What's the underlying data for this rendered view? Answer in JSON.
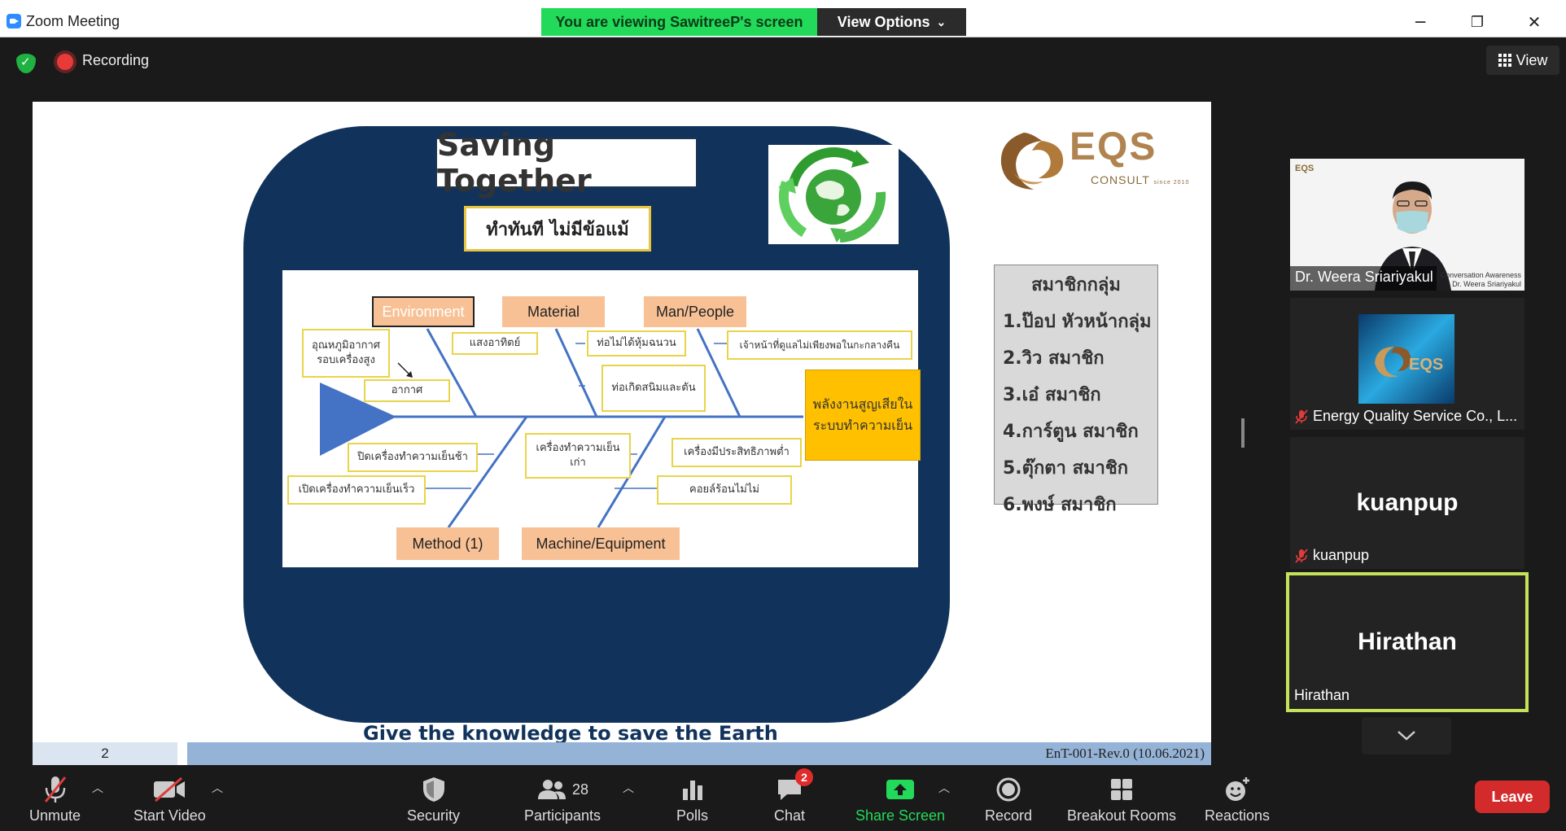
{
  "window": {
    "title": "Zoom Meeting",
    "viewing_banner": "You are viewing SawitreeP's screen",
    "view_options": "View Options",
    "minimize": "─",
    "maximize": "❐",
    "close": "✕"
  },
  "meeting_bar": {
    "recording_label": "Recording",
    "view_label": "View"
  },
  "slide": {
    "title": "Saving Together",
    "thai_subtitle": "ทำทันที ไม่มีข้อแม้",
    "categories": {
      "environment": "Environment",
      "material": "Material",
      "man_people": "Man/People",
      "method": "Method (1)",
      "machine": "Machine/Equipment"
    },
    "causes": {
      "c1": "อุณหภูมิอากาศ\nรอบเครื่องสูง",
      "c2": "แสงอาทิตย์",
      "c3": "อากาศ",
      "c4": "ท่อไม่ได้หุ้มฉนวน",
      "c5": "ท่อเกิดสนิมและตัน",
      "c6": "เจ้าหน้าที่ดูแลไม่เพียงพอในกะกลางคืน",
      "c7": "ปิดเครื่องทำความเย็นช้า",
      "c8": "เปิดเครื่องทำความเย็นเร็ว",
      "c9": "เครื่องทำความเย็น\nเก่า",
      "c10": "เครื่องมีประสิทธิภาพต่ำ",
      "c11": "คอยล์ร้อนไม่ไม่"
    },
    "effect": "พลังงานสูญเสียใน\nระบบทำความเย็น",
    "logo_text": "EQS",
    "logo_sub": "CONSULT",
    "logo_since": "since 2010",
    "members_head": "สมาชิกกลุ่ม",
    "members": [
      "1.ป๊อป หัวหน้ากลุ่ม",
      "2.วิว สมาชิก",
      "3.เอ๋ สมาชิก",
      "4.การ์ตูน สมาชิก",
      "5.ตุ๊กตา สมาชิก",
      "6.พงษ์ สมาชิก"
    ],
    "tagline": "Give the knowledge to save the Earth",
    "page_number": "2",
    "doc_code": "EnT-001-Rev.0 (10.06.2021)"
  },
  "participants": [
    {
      "name": "Dr. Weera Sriariyakul",
      "overlay_line1": "Conversation Awareness",
      "overlay_line2": "Dr. Weera Sriariyakul",
      "logo": "EQS",
      "muted": false
    },
    {
      "name": "Energy Quality Service Co., L...",
      "muted": true
    },
    {
      "name": "kuanpup",
      "display": "kuanpup",
      "muted": true
    },
    {
      "name": "Hirathan",
      "display": "Hirathan",
      "muted": false,
      "active": true
    }
  ],
  "toolbar": {
    "unmute": "Unmute",
    "start_video": "Start Video",
    "security": "Security",
    "participants": "Participants",
    "participants_count": "28",
    "polls": "Polls",
    "chat": "Chat",
    "chat_badge": "2",
    "share_screen": "Share Screen",
    "record": "Record",
    "breakout": "Breakout Rooms",
    "reactions": "Reactions",
    "leave": "Leave"
  },
  "colors": {
    "share_green": "#23d959",
    "panel_navy": "#11335b",
    "effect_yellow": "#ffc000",
    "category_peach": "#f8c195",
    "leave_red": "#d32b2b",
    "active_speaker": "#c5e35a"
  }
}
